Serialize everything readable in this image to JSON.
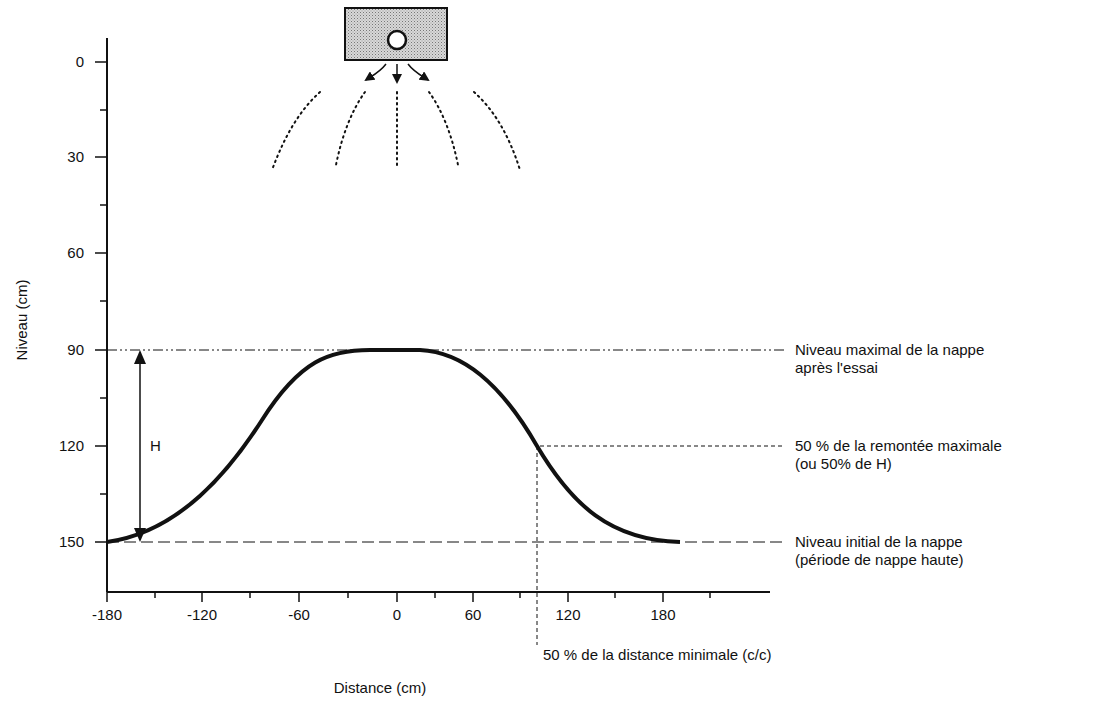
{
  "diagram": {
    "labels": [
      "0",
      "30",
      "60",
      "90",
      "120",
      "150",
      "Niveau (cm)",
      "-180",
      "-120",
      "-60",
      "0",
      "60",
      "120",
      "180",
      "Distance (cm)",
      "H",
      "Niveau maximal de la nappe après l'essai",
      "50 % de la remontée maximale (ou 50% de H)",
      "Niveau initial de la nappe (période de nappe haute)",
      "50 % de la distance minimale (c/c)"
    ]
  }
}
